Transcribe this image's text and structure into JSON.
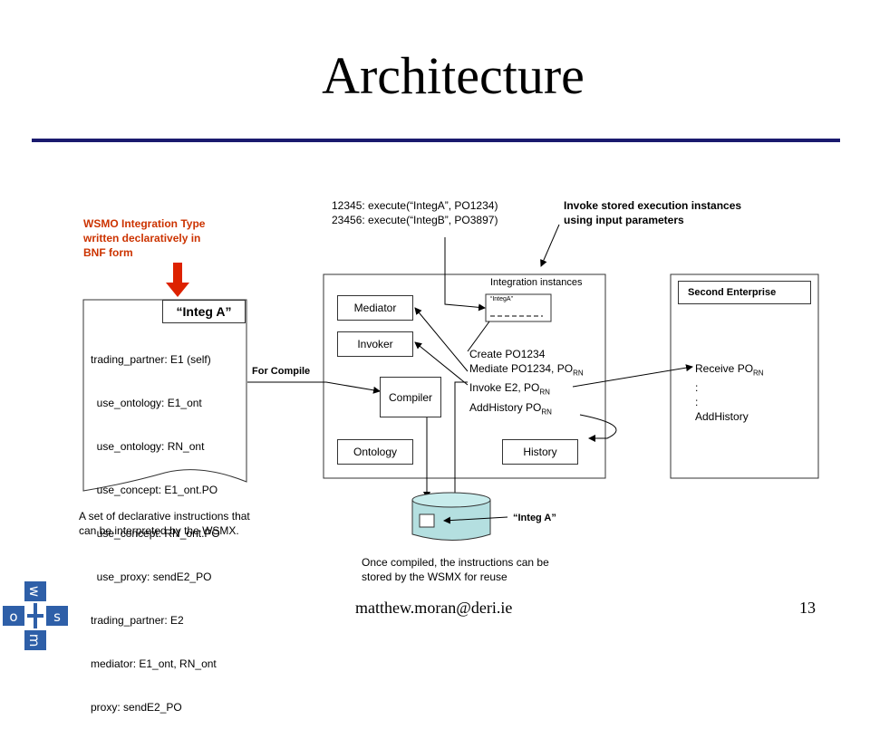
{
  "slide": {
    "title": "Architecture",
    "footer_email": "matthew.moran@deri.ie",
    "page_number": "13",
    "logo_letters": [
      "w",
      "s",
      "m",
      "o"
    ]
  },
  "top": {
    "execute_line1": "12345: execute(“IntegA”, PO1234)",
    "execute_line2": "23456: execute(“IntegB”, PO3897)",
    "invoke_note_line1": "Invoke stored execution instances",
    "invoke_note_line2": "using input parameters"
  },
  "left": {
    "wsmo_note": [
      "WSMO Integration Type",
      "written declaratively in",
      "BNF form"
    ],
    "integ_tab": "“Integ A”",
    "document_lines": [
      "trading_partner: E1 (self)",
      "  use_ontology: E1_ont",
      "  use_ontology: RN_ont",
      "  use_concept: E1_ont.PO",
      "  use_concept: RN_ont.PO",
      "  use_proxy: sendE2_PO",
      "trading_partner: E2",
      "mediator: E1_ont, RN_ont",
      "proxy: sendE2_PO"
    ],
    "declarative_note": [
      "A set of declarative instructions that",
      "can be interpreted by the WSMX."
    ],
    "for_compile": "For Compile"
  },
  "wsmx": {
    "integration_instances": "Integration instances",
    "instance_label": "“IntegA”",
    "mediator": "Mediator",
    "invoker": "Invoker",
    "compiler": "Compiler",
    "ontology": "Ontology",
    "history": "History",
    "steps": [
      {
        "text": "Create PO1234",
        "sub": ""
      },
      {
        "text": "Mediate PO1234, PO",
        "sub": "RN"
      },
      {
        "text": "Invoke E2, PO",
        "sub": "RN"
      },
      {
        "text": "AddHistory PO",
        "sub": "RN"
      }
    ]
  },
  "second": {
    "title": "Second Enterprise",
    "receive": "Receive PO",
    "receive_sub": "RN",
    "dot1": ":",
    "dot2": ":",
    "add_history": "AddHistory"
  },
  "storage": {
    "integ_label": "“Integ A”",
    "stored_note": [
      "Once compiled, the instructions can be",
      "stored by the WSMX for reuse"
    ]
  }
}
